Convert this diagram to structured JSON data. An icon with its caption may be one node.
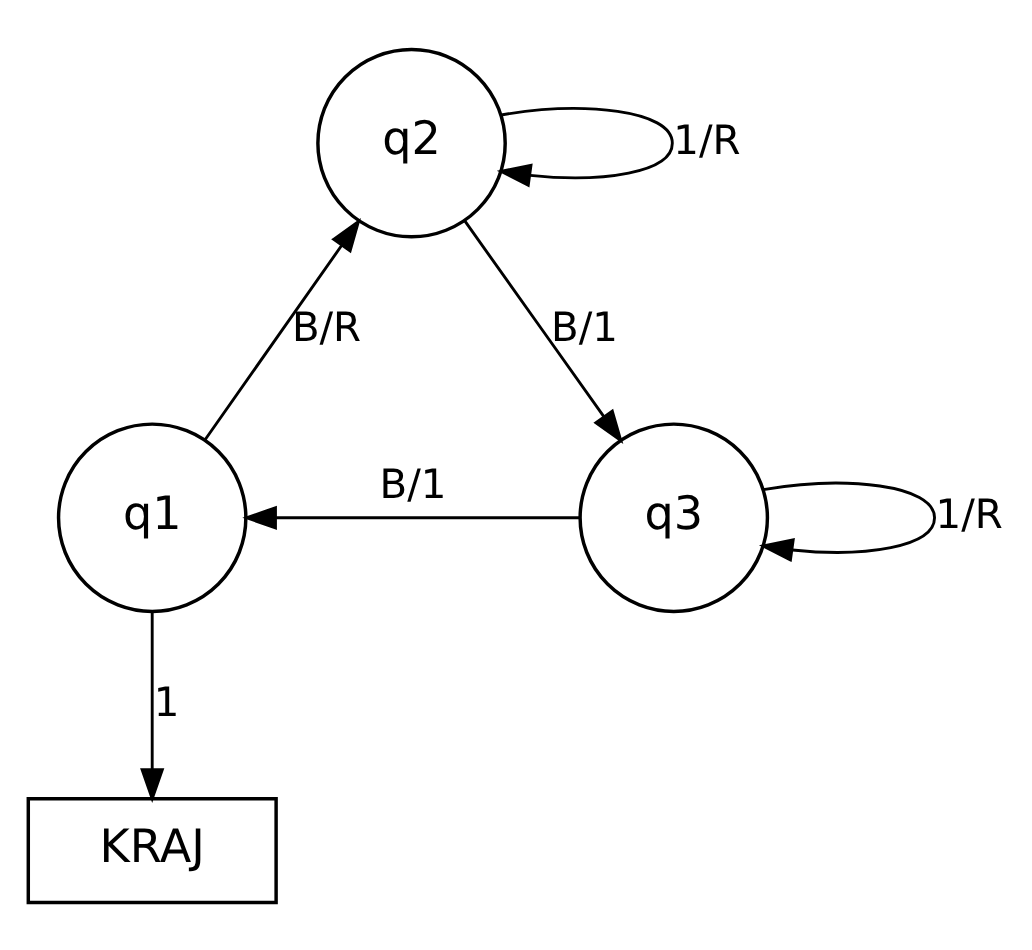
{
  "diagram": {
    "nodes": [
      {
        "text": [
          "q2"
        ]
      },
      {
        "text": [
          "q1"
        ]
      },
      {
        "text": [
          "q3"
        ]
      },
      {
        "text": [
          "KRAJ"
        ]
      }
    ],
    "edges": [
      {
        "from": 1,
        "to": 0,
        "arrow": "to",
        "label": "B/R"
      },
      {
        "from": 0,
        "to": 0,
        "arrow": "to",
        "label": "1/R"
      },
      {
        "from": 0,
        "to": 2,
        "arrow": "to",
        "label": "B/1"
      },
      {
        "from": 2,
        "to": 2,
        "arrow": "to",
        "label": "1/R"
      },
      {
        "from": 2,
        "to": 1,
        "arrow": "to",
        "label": "B/1"
      },
      {
        "from": 1,
        "to": 3,
        "arrow": "to",
        "label": "1"
      }
    ]
  }
}
